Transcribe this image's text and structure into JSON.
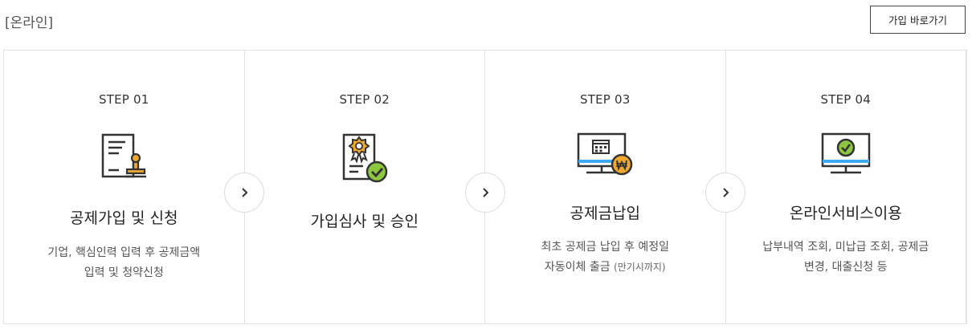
{
  "section_label": "[온라인]",
  "join_button": "가입 바로가기",
  "colors": {
    "accent_green": "#8dc63f",
    "accent_orange": "#f0a830",
    "accent_blue": "#3fa9f5",
    "icon_stroke": "#333333"
  },
  "steps": [
    {
      "num": "STEP 01",
      "icon": "document-stamp-icon",
      "title": "공제가입 및 신청",
      "desc_line1": "기업, 핵심인력 입력 후 공제금액",
      "desc_line2": "입력 및 청약신청",
      "desc_note": ""
    },
    {
      "num": "STEP 02",
      "icon": "certificate-check-icon",
      "title": "가입심사 및 승인",
      "desc_line1": "",
      "desc_line2": "",
      "desc_note": ""
    },
    {
      "num": "STEP 03",
      "icon": "monitor-payment-icon",
      "title": "공제금납입",
      "desc_line1": "최초 공제금 납입 후 예정일",
      "desc_line2": "자동이체 출금 ",
      "desc_note": "(만기시까지)"
    },
    {
      "num": "STEP 04",
      "icon": "monitor-check-icon",
      "title": "온라인서비스이용",
      "desc_line1": "납부내역 조회, 미납급 조회, 공제금",
      "desc_line2": "변경, 대출신청 등",
      "desc_note": ""
    }
  ],
  "arrow_icon": "chevron-right-icon"
}
